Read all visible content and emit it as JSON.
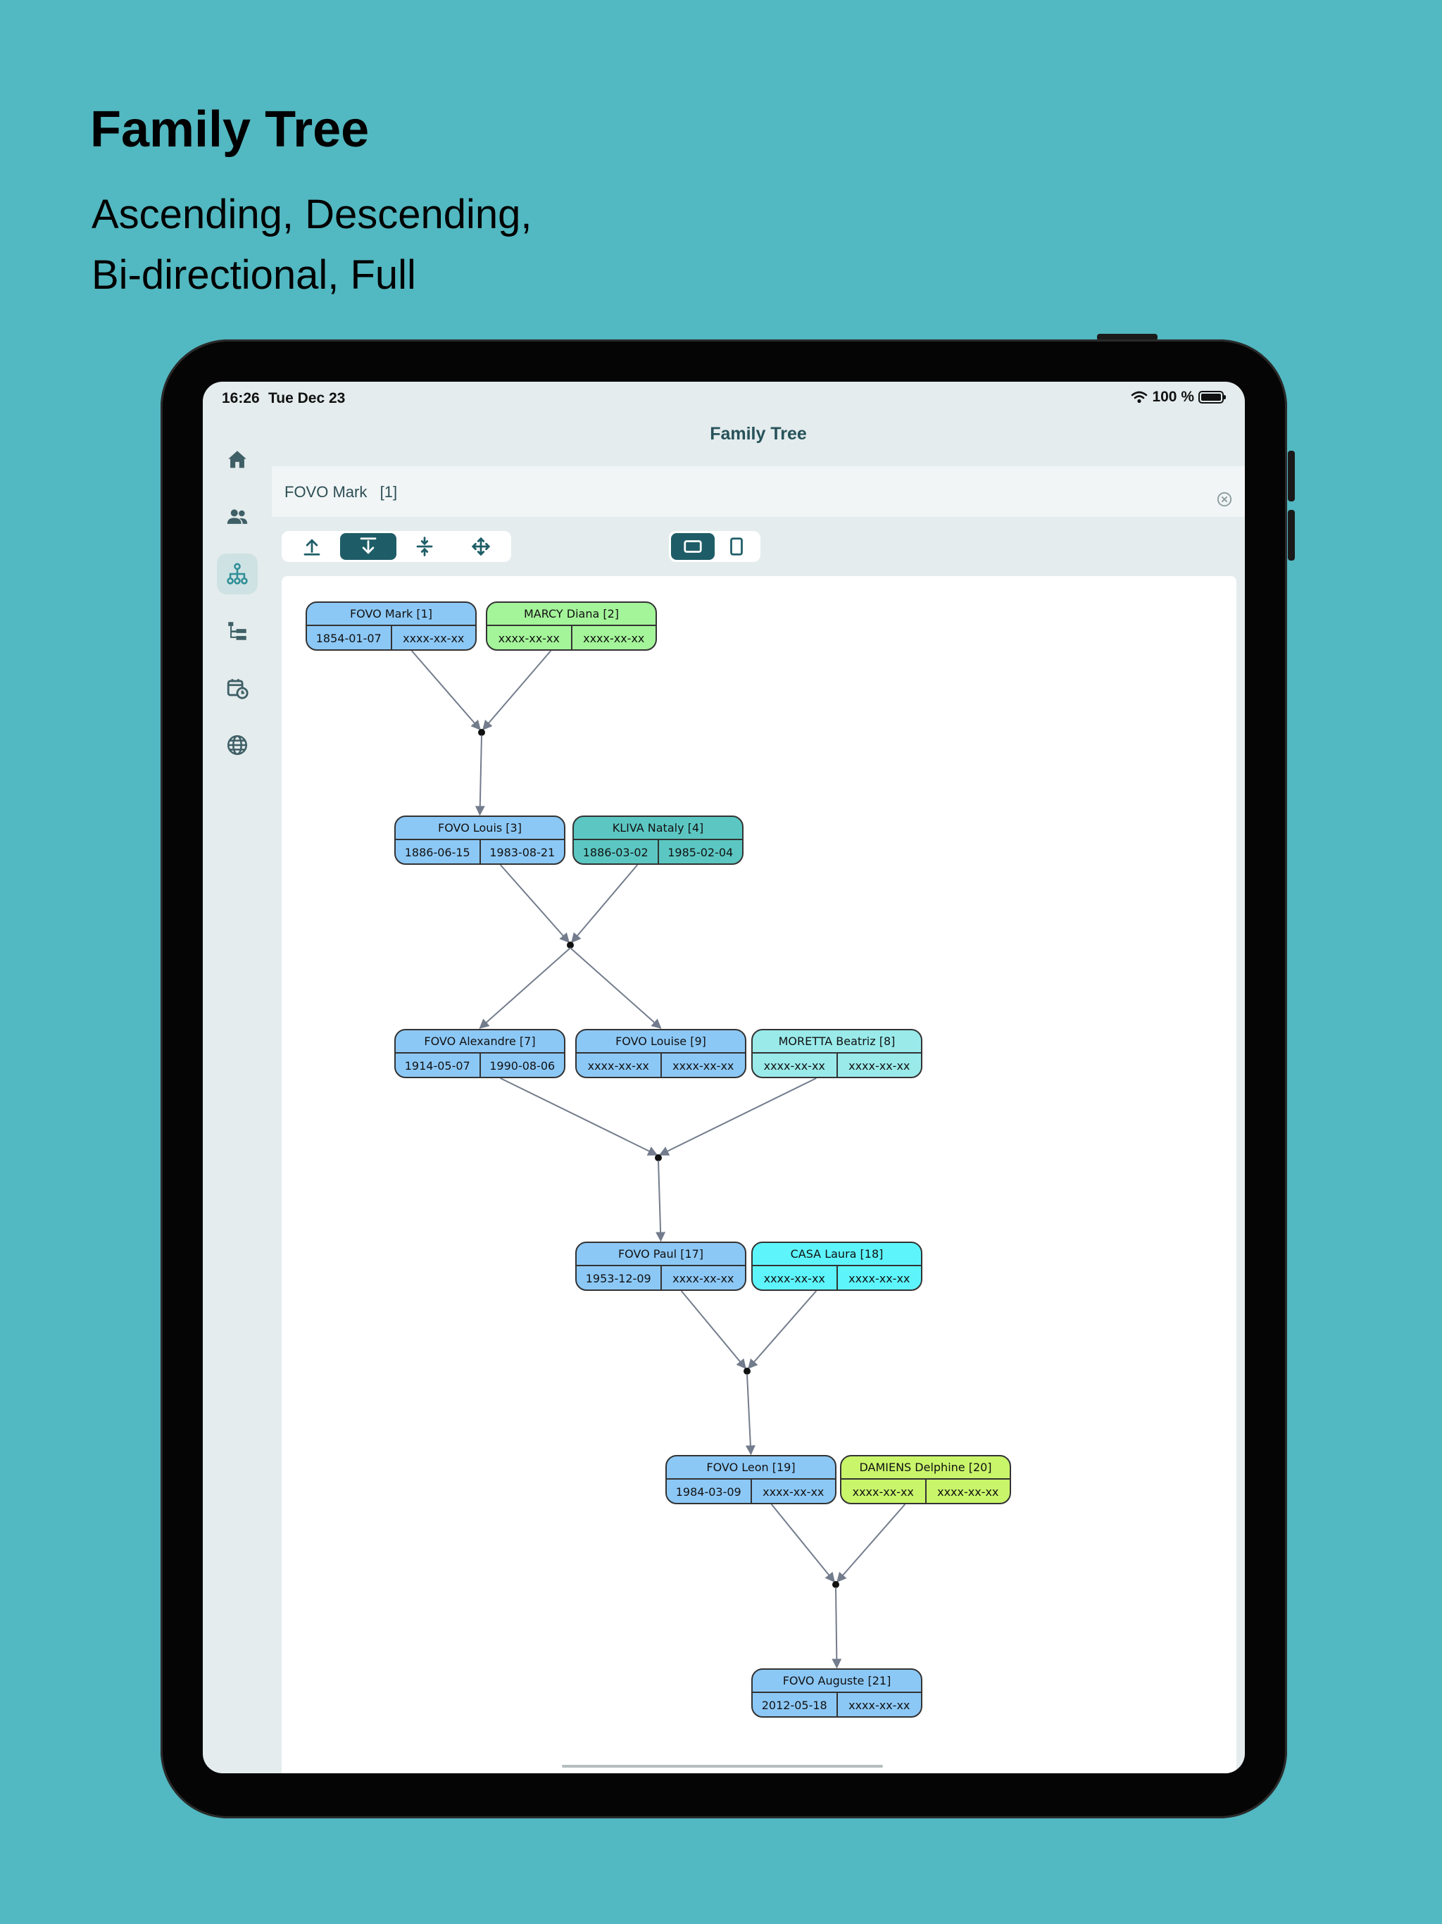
{
  "promo": {
    "title": "Family Tree",
    "subtitle_line1": "Ascending, Descending,",
    "subtitle_line2": "Bi-directional, Full"
  },
  "status_bar": {
    "time": "16:26",
    "date": "Tue Dec 23",
    "battery": "100 %"
  },
  "sidebar": {
    "items": [
      {
        "name": "home",
        "icon": "home-icon"
      },
      {
        "name": "people",
        "icon": "people-icon"
      },
      {
        "name": "family-tree",
        "icon": "tree-icon",
        "active": true
      },
      {
        "name": "list",
        "icon": "hierarchy-list-icon"
      },
      {
        "name": "calendar",
        "icon": "calendar-clock-icon"
      },
      {
        "name": "globe",
        "icon": "globe-icon"
      }
    ]
  },
  "header": {
    "title": "Family Tree"
  },
  "search": {
    "value": "FOVO Mark   [1]"
  },
  "toolbar": {
    "direction_modes": [
      "ascending-icon",
      "descending-icon",
      "bidirectional-icon",
      "full-icon"
    ],
    "active_direction": "descending-icon",
    "orientation_modes": [
      "landscape-icon",
      "portrait-icon"
    ],
    "active_orientation": "landscape-icon"
  },
  "colors": {
    "background": "#52b8c1",
    "accent": "#1e5d67",
    "node_blue": "#8cc8f6",
    "node_green": "#a4f49a",
    "node_teal": "#5cc7c2",
    "node_aqua": "#9aeaea",
    "node_cyan": "#5df5fb",
    "node_lime": "#c9f56b"
  },
  "tree": {
    "nodes": [
      {
        "name": "FOVO Mark [1]",
        "birth": "1854-01-07",
        "death": "xxxx-xx-xx",
        "color": "#8cc8f6"
      },
      {
        "name": "MARCY Diana [2]",
        "birth": "xxxx-xx-xx",
        "death": "xxxx-xx-xx",
        "color": "#a4f49a"
      },
      {
        "name": "FOVO Louis [3]",
        "birth": "1886-06-15",
        "death": "1983-08-21",
        "color": "#8cc8f6"
      },
      {
        "name": "KLIVA Nataly [4]",
        "birth": "1886-03-02",
        "death": "1985-02-04",
        "color": "#5cc7c2"
      },
      {
        "name": "FOVO Alexandre [7]",
        "birth": "1914-05-07",
        "death": "1990-08-06",
        "color": "#8cc8f6"
      },
      {
        "name": "FOVO Louise [9]",
        "birth": "xxxx-xx-xx",
        "death": "xxxx-xx-xx",
        "color": "#8cc8f6"
      },
      {
        "name": "MORETTA Beatriz [8]",
        "birth": "xxxx-xx-xx",
        "death": "xxxx-xx-xx",
        "color": "#9aeaea"
      },
      {
        "name": "FOVO Paul [17]",
        "birth": "1953-12-09",
        "death": "xxxx-xx-xx",
        "color": "#8cc8f6"
      },
      {
        "name": "CASA Laura [18]",
        "birth": "xxxx-xx-xx",
        "death": "xxxx-xx-xx",
        "color": "#5df5fb"
      },
      {
        "name": "FOVO Leon [19]",
        "birth": "1984-03-09",
        "death": "xxxx-xx-xx",
        "color": "#8cc8f6"
      },
      {
        "name": "DAMIENS Delphine [20]",
        "birth": "xxxx-xx-xx",
        "death": "xxxx-xx-xx",
        "color": "#c9f56b"
      },
      {
        "name": "FOVO Auguste [21]",
        "birth": "2012-05-18",
        "death": "xxxx-xx-xx",
        "color": "#8cc8f6"
      }
    ]
  }
}
